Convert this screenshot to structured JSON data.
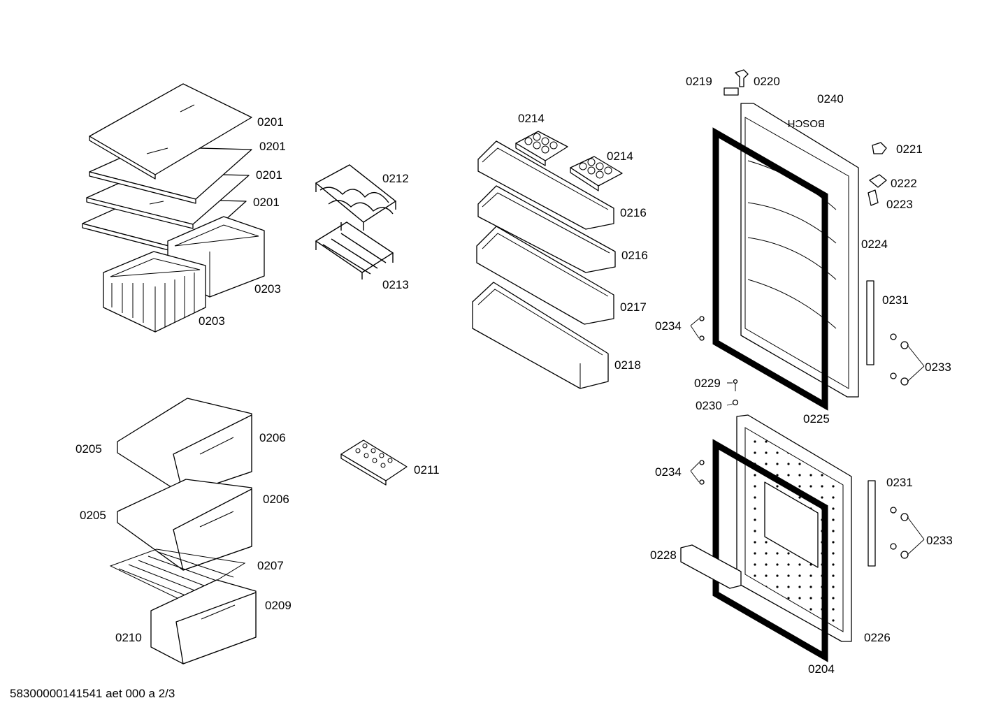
{
  "footer": "58300000141541 aet 000 a 2/3",
  "door_branding": "BOSCH",
  "labels": {
    "l01": "0201",
    "l02": "0201",
    "l03": "0201",
    "l04": "0201",
    "l05": "0212",
    "l06": "0213",
    "l07": "0203",
    "l08": "0203",
    "l09": "0214",
    "l10": "0214",
    "l11": "0216",
    "l12": "0216",
    "l13": "0217",
    "l14": "0218",
    "l15": "0219",
    "l16": "0220",
    "l17": "0240",
    "l18": "0221",
    "l19": "0222",
    "l20": "0223",
    "l21": "0224",
    "l22": "0231",
    "l23": "0234",
    "l24": "0233",
    "l25": "0229",
    "l26": "0230",
    "l27": "0225",
    "l28": "0205",
    "l29": "0206",
    "l30": "0205",
    "l31": "0206",
    "l32": "0207",
    "l33": "0209",
    "l34": "0210",
    "l35": "0211",
    "l36": "0234",
    "l37": "0231",
    "l38": "0233",
    "l39": "0228",
    "l40": "0226",
    "l41": "0204"
  }
}
